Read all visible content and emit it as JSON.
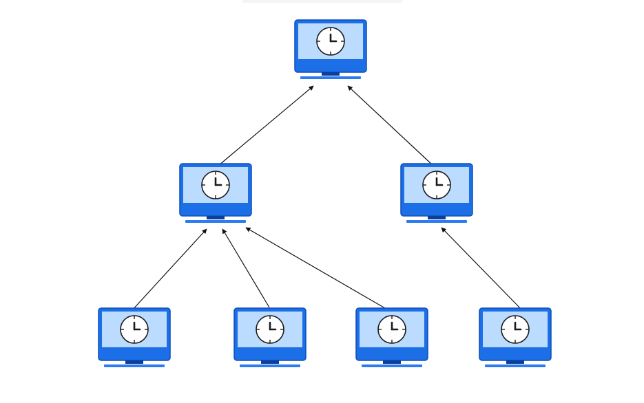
{
  "diagram": {
    "kind": "clock-synchronization-hierarchy",
    "node_icon": "monitor-with-clock-icon",
    "colors": {
      "background": "#ffffff",
      "monitor_frame": "#1d6fe8",
      "monitor_frame_dark": "#0b4fb8",
      "screen": "#bcdcff",
      "stand": "#0a3f9e",
      "base": "#2d7bf0",
      "clock_face": "#ffffff",
      "clock_stroke": "#1a1a1a",
      "arrow": "#111111"
    },
    "nodes": [
      {
        "id": "root",
        "tier": 0,
        "icon": "monitor-clock-icon"
      },
      {
        "id": "mid-left",
        "tier": 1,
        "icon": "monitor-clock-icon"
      },
      {
        "id": "mid-right",
        "tier": 1,
        "icon": "monitor-clock-icon"
      },
      {
        "id": "leaf-1",
        "tier": 2,
        "icon": "monitor-clock-icon"
      },
      {
        "id": "leaf-2",
        "tier": 2,
        "icon": "monitor-clock-icon"
      },
      {
        "id": "leaf-3",
        "tier": 2,
        "icon": "monitor-clock-icon"
      },
      {
        "id": "leaf-4",
        "tier": 2,
        "icon": "monitor-clock-icon"
      }
    ],
    "edges": [
      {
        "from": "mid-left",
        "to": "root"
      },
      {
        "from": "mid-right",
        "to": "root"
      },
      {
        "from": "leaf-1",
        "to": "mid-left"
      },
      {
        "from": "leaf-2",
        "to": "mid-left"
      },
      {
        "from": "leaf-3",
        "to": "mid-left"
      },
      {
        "from": "leaf-4",
        "to": "mid-right"
      }
    ]
  }
}
